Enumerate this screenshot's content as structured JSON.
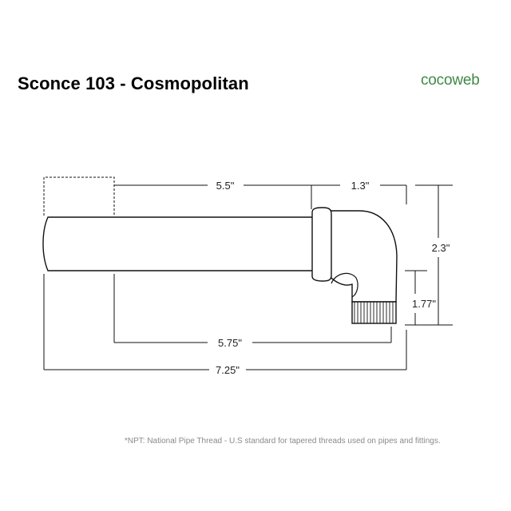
{
  "title": "Sconce 103 - Cosmopolitan",
  "brand": {
    "name": "cocoweb",
    "color": "#3f8a43"
  },
  "dimensions": {
    "arm_length": "5.5\"",
    "elbow_width": "1.3\"",
    "total_height": "2.3\"",
    "thread_height": "1.77\"",
    "inner_span": "5.75\"",
    "overall_length": "7.25\""
  },
  "footnote": "*NPT: National Pipe Thread - U.S standard for tapered threads used on pipes and fittings."
}
